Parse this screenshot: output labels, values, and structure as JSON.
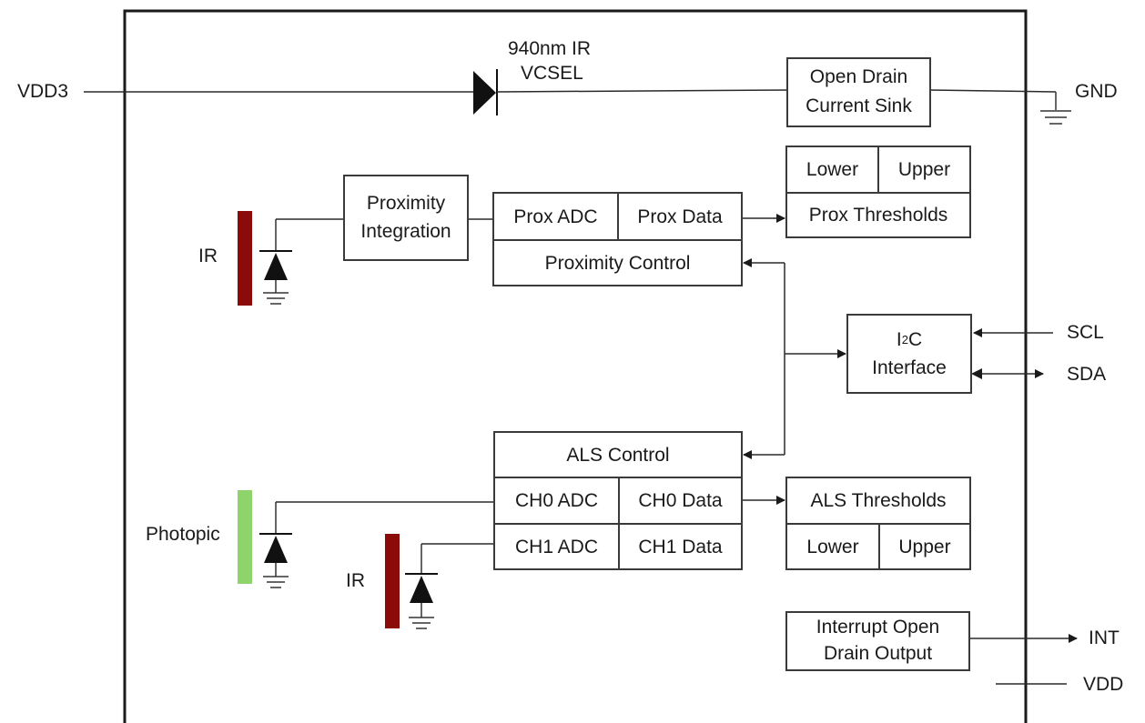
{
  "colors": {
    "ir_sensor": "#8b0a0a",
    "photopic_sensor": "#8fd46a",
    "line": "#2a2a2a"
  },
  "labels": {
    "vdd3": "VDD3",
    "gnd": "GND",
    "vcsel_line1": "940nm IR",
    "vcsel_line2": "VCSEL",
    "ir_top": "IR",
    "photopic": "Photopic",
    "ir_bottom": "IR",
    "scl": "SCL",
    "sda": "SDA",
    "int": "INT",
    "vdd": "VDD"
  },
  "blocks": {
    "open_drain_sink": [
      "Open Drain",
      "Current Sink"
    ],
    "proximity_integration": [
      "Proximity",
      "Integration"
    ],
    "prox_adc": "Prox ADC",
    "prox_data": "Prox Data",
    "proximity_control": "Proximity Control",
    "prox_thresholds": {
      "lower": "Lower",
      "upper": "Upper",
      "title": "Prox Thresholds"
    },
    "i2c": {
      "main": "I",
      "sup": "2",
      "rest": "C",
      "line2": "Interface"
    },
    "als_control": "ALS Control",
    "ch0_adc": "CH0 ADC",
    "ch0_data": "CH0 Data",
    "ch1_adc": "CH1 ADC",
    "ch1_data": "CH1 Data",
    "als_thresholds": {
      "title": "ALS Thresholds",
      "lower": "Lower",
      "upper": "Upper"
    },
    "interrupt_output": [
      "Interrupt Open",
      "Drain Output"
    ]
  }
}
